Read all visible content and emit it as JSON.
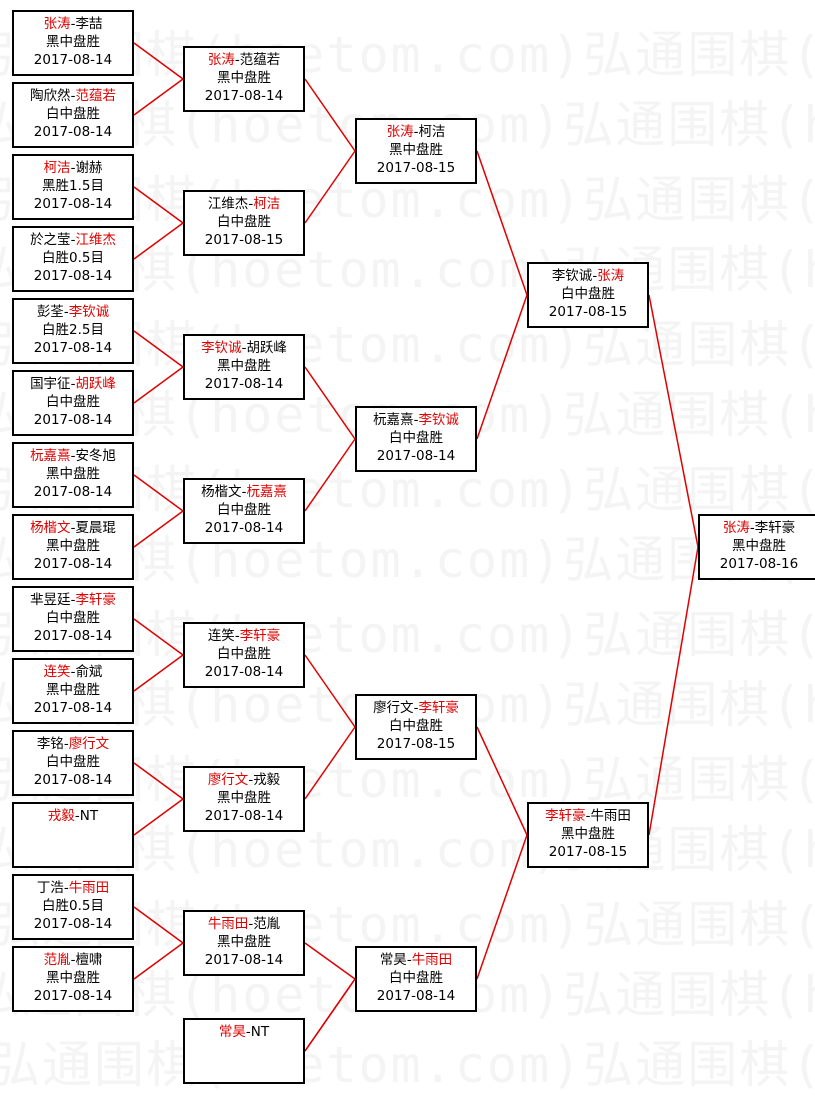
{
  "watermark": "弘通围棋(hoetom.com)弘通围棋(hoetom.com)",
  "colors": {
    "winner": "#e00000",
    "line": "#e00000",
    "border": "#000000"
  },
  "rounds": [
    [
      {
        "p1": "张涛",
        "p2": "李喆",
        "winner": 1,
        "result": "黑中盘胜",
        "date": "2017-08-14"
      },
      {
        "p1": "陶欣然",
        "p2": "范蕴若",
        "winner": 2,
        "result": "白中盘胜",
        "date": "2017-08-14"
      },
      {
        "p1": "柯洁",
        "p2": "谢赫",
        "winner": 1,
        "result": "黑胜1.5目",
        "date": "2017-08-14"
      },
      {
        "p1": "於之莹",
        "p2": "江维杰",
        "winner": 2,
        "result": "白胜0.5目",
        "date": "2017-08-14"
      },
      {
        "p1": "彭荃",
        "p2": "李钦诚",
        "winner": 2,
        "result": "白胜2.5目",
        "date": "2017-08-14"
      },
      {
        "p1": "国宇征",
        "p2": "胡跃峰",
        "winner": 2,
        "result": "白中盘胜",
        "date": "2017-08-14"
      },
      {
        "p1": "杬嘉熹",
        "p2": "安冬旭",
        "winner": 1,
        "result": "黑中盘胜",
        "date": "2017-08-14"
      },
      {
        "p1": "杨楷文",
        "p2": "夏晨琨",
        "winner": 1,
        "result": "黑中盘胜",
        "date": "2017-08-14"
      },
      {
        "p1": "芈昱廷",
        "p2": "李轩豪",
        "winner": 2,
        "result": "白中盘胜",
        "date": "2017-08-14"
      },
      {
        "p1": "连笑",
        "p2": "俞斌",
        "winner": 1,
        "result": "黑中盘胜",
        "date": "2017-08-14"
      },
      {
        "p1": "李铭",
        "p2": "廖行文",
        "winner": 2,
        "result": "白中盘胜",
        "date": "2017-08-14"
      },
      {
        "p1": "戎毅",
        "p2": "NT",
        "winner": 1,
        "result": "",
        "date": ""
      },
      {
        "p1": "丁浩",
        "p2": "牛雨田",
        "winner": 2,
        "result": "白胜0.5目",
        "date": "2017-08-14"
      },
      {
        "p1": "范胤",
        "p2": "檀啸",
        "winner": 1,
        "result": "黑中盘胜",
        "date": "2017-08-14"
      }
    ],
    [
      {
        "p1": "张涛",
        "p2": "范蕴若",
        "winner": 1,
        "result": "黑中盘胜",
        "date": "2017-08-14"
      },
      {
        "p1": "江维杰",
        "p2": "柯洁",
        "winner": 2,
        "result": "白中盘胜",
        "date": "2017-08-15"
      },
      {
        "p1": "李钦诚",
        "p2": "胡跃峰",
        "winner": 1,
        "result": "黑中盘胜",
        "date": "2017-08-14"
      },
      {
        "p1": "杨楷文",
        "p2": "杬嘉熹",
        "winner": 2,
        "result": "白中盘胜",
        "date": "2017-08-14"
      },
      {
        "p1": "连笑",
        "p2": "李轩豪",
        "winner": 2,
        "result": "白中盘胜",
        "date": "2017-08-14"
      },
      {
        "p1": "廖行文",
        "p2": "戎毅",
        "winner": 1,
        "result": "黑中盘胜",
        "date": "2017-08-14"
      },
      {
        "p1": "牛雨田",
        "p2": "范胤",
        "winner": 1,
        "result": "黑中盘胜",
        "date": "2017-08-14"
      },
      {
        "p1": "常昊",
        "p2": "NT",
        "winner": 1,
        "result": "",
        "date": ""
      }
    ],
    [
      {
        "p1": "张涛",
        "p2": "柯洁",
        "winner": 1,
        "result": "黑中盘胜",
        "date": "2017-08-15"
      },
      {
        "p1": "杬嘉熹",
        "p2": "李钦诚",
        "winner": 2,
        "result": "白中盘胜",
        "date": "2017-08-14"
      },
      {
        "p1": "廖行文",
        "p2": "李轩豪",
        "winner": 2,
        "result": "白中盘胜",
        "date": "2017-08-15"
      },
      {
        "p1": "常昊",
        "p2": "牛雨田",
        "winner": 2,
        "result": "白中盘胜",
        "date": "2017-08-14"
      }
    ],
    [
      {
        "p1": "李钦诚",
        "p2": "张涛",
        "winner": 2,
        "result": "白中盘胜",
        "date": "2017-08-15"
      },
      {
        "p1": "李轩豪",
        "p2": "牛雨田",
        "winner": 1,
        "result": "黑中盘胜",
        "date": "2017-08-15"
      }
    ],
    [
      {
        "p1": "张涛",
        "p2": "李轩豪",
        "winner": 1,
        "result": "黑中盘胜",
        "date": "2017-08-16"
      }
    ]
  ]
}
